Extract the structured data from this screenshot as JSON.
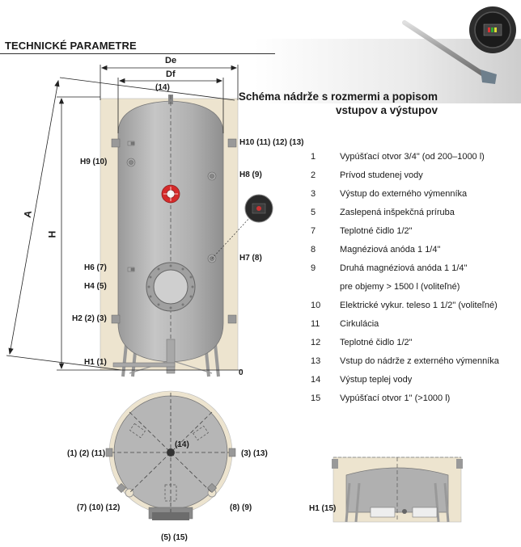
{
  "header": {
    "title": "TECHNICKÉ PARAMETRE"
  },
  "schema": {
    "title_line1": "Schéma nádrže s rozmermi a popisom",
    "title_line2": "vstupov a výstupov"
  },
  "dimensions": {
    "De": "De",
    "Df": "Df",
    "A": "A",
    "H": "H",
    "zero": "0"
  },
  "tank_labels": {
    "top": "(14)",
    "h10": "H10 (11) (12) (13)",
    "h9": "H9 (10)",
    "h8": "H8 (9)",
    "h7": "H7 (8)",
    "h6": "H6 (7)",
    "h4": "H4 (5)",
    "h2": "H2 (2) (3)",
    "h1": "H1 (1)"
  },
  "top_view_labels": {
    "center": "(14)",
    "left": "(1) (2) (11)",
    "right": "(3) (13)",
    "bottom_left": "(7) (10) (12)",
    "bottom_right": "(8) (9)",
    "bottom": "(5) (15)"
  },
  "detail_labels": {
    "h1_15": "H1 (15)"
  },
  "legend": [
    {
      "num": "1",
      "text": "Vypúšťací otvor 3/4\" (od 200–1000 l)"
    },
    {
      "num": "2",
      "text": "Prívod studenej vody"
    },
    {
      "num": "3",
      "text": "Výstup do externého výmenníka"
    },
    {
      "num": "5",
      "text": "Zaslepená inšpekčná príruba"
    },
    {
      "num": "7",
      "text": "Teplotné čidlo 1/2\""
    },
    {
      "num": "8",
      "text": "Magnéziová anóda 1 1/4\""
    },
    {
      "num": "9",
      "text": "Druhá magnéziová anóda 1 1/4\""
    },
    {
      "num": "",
      "text": "pre objemy > 1500 l (voliteľné)"
    },
    {
      "num": "10",
      "text": "Elektrické vykur. teleso 1 1/2\" (voliteľné)"
    },
    {
      "num": "11",
      "text": "Cirkulácia"
    },
    {
      "num": "12",
      "text": "Teplotné čidlo 1/2\""
    },
    {
      "num": "13",
      "text": "Vstup do nádrže z externého výmenníka"
    },
    {
      "num": "14",
      "text": "Výstup teplej vody"
    },
    {
      "num": "15",
      "text": "Vypúšťací otvor 1\" (>1000 l)"
    }
  ],
  "colors": {
    "tank": "#b4b4b4",
    "insulation": "#ede4cf",
    "background": "#ffffff"
  }
}
